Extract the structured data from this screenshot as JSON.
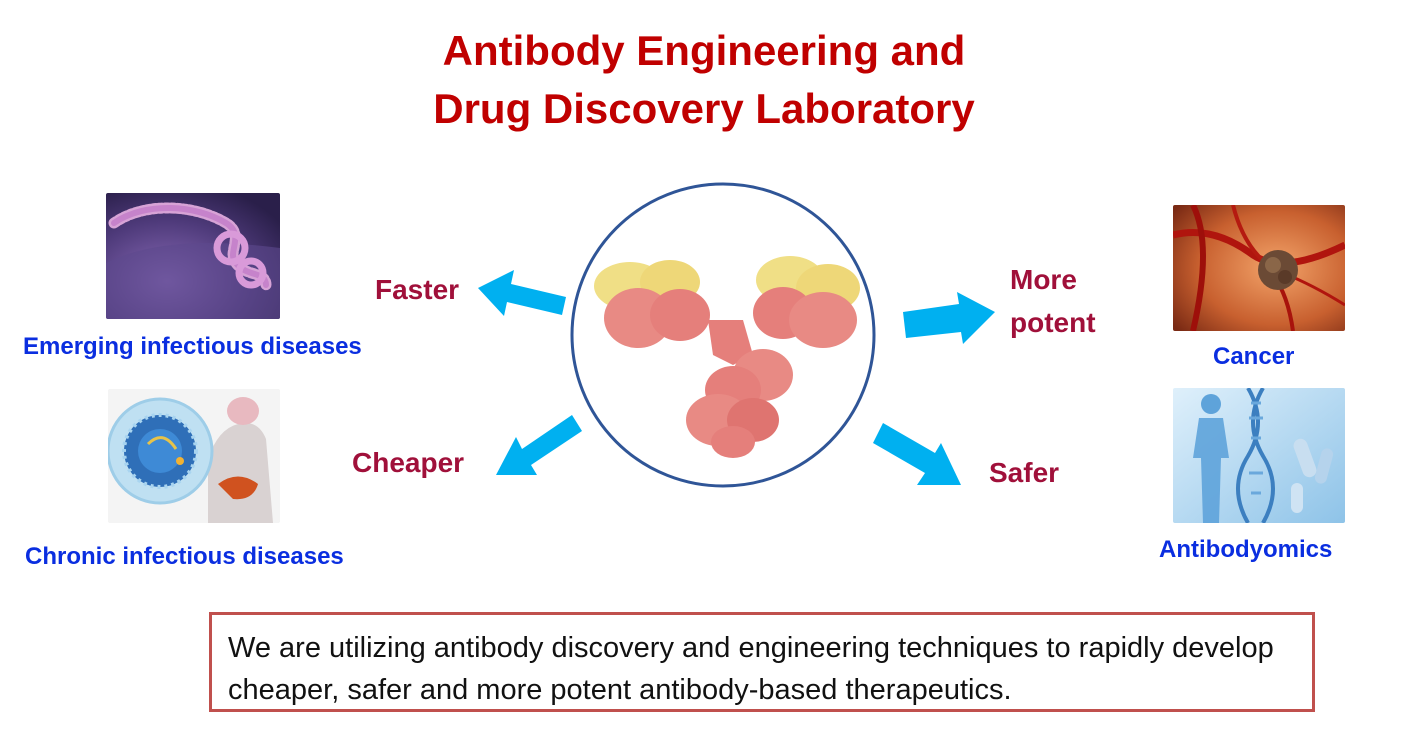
{
  "title": {
    "line1": "Antibody Engineering and",
    "line2": "Drug Discovery Laboratory"
  },
  "benefits": {
    "faster": "Faster",
    "cheaper": "Cheaper",
    "more_potent_line1": "More",
    "more_potent_line2": "potent",
    "safer": "Safer"
  },
  "diseases": {
    "emerging": "Emerging infectious diseases",
    "chronic": "Chronic infectious diseases",
    "cancer": "Cancer",
    "antibodyomics": "Antibodyomics"
  },
  "summary": "We are utilizing antibody discovery and engineering techniques to rapidly develop cheaper, safer and more potent antibody-based therapeutics.",
  "colors": {
    "title": "#c00000",
    "benefit_text": "#a0103a",
    "disease_text": "#0a2ee0",
    "arrow": "#00b0f0",
    "circle": "#2f5597",
    "box_border": "#c0504d"
  },
  "icons": [
    "virus-filament-image",
    "chronic-infection-image",
    "tumor-vessels-image",
    "dna-human-image",
    "antibody-structure-image",
    "arrow-icon"
  ]
}
